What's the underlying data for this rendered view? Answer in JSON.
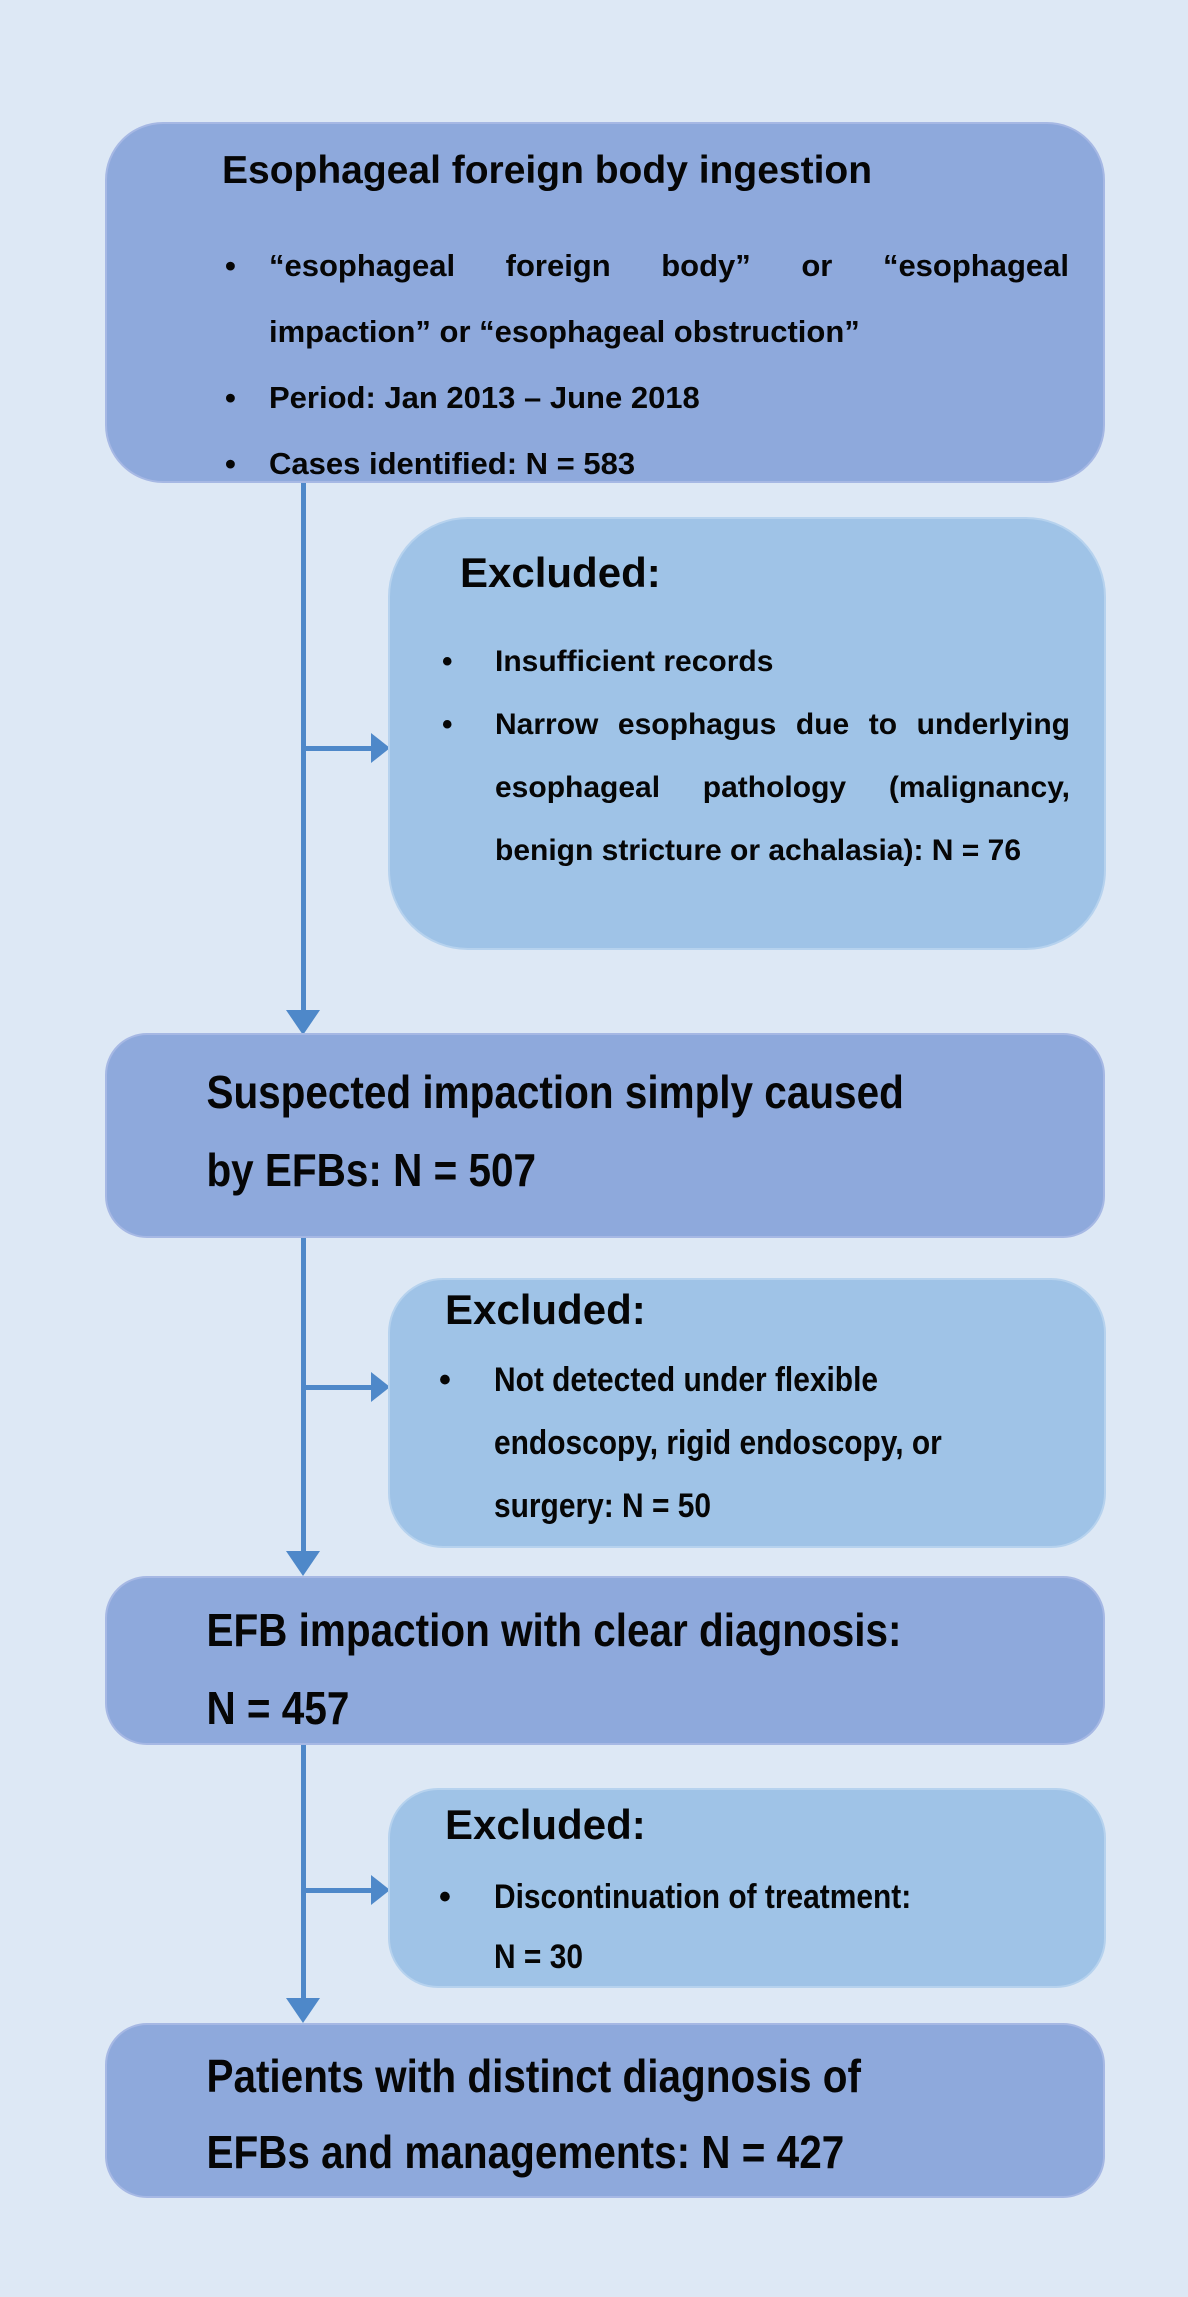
{
  "glyphs": {
    "bullet": "•"
  },
  "palette": {
    "background": "#dde8f5",
    "main_box_fill": "#8ea9dc",
    "excluded_box_fill": "#9fc3e7",
    "arrow": "#4e88c9",
    "text": "#060606"
  },
  "flow": {
    "box1": {
      "title": "Esophageal foreign body ingestion",
      "bullets": [
        "“esophageal foreign body” or “esophageal impaction” or “esophageal obstruction”",
        "Period: Jan 2013 – June 2018",
        "Cases identified: N = 583"
      ]
    },
    "excluded1": {
      "heading": "Excluded:",
      "bullets": [
        "Insufficient records",
        "Narrow esophagus due to underlying esophageal pathology (malignancy, benign stricture or achalasia): N = 76"
      ]
    },
    "box2": {
      "lines": [
        "Suspected impaction simply caused",
        "by EFBs: N = 507"
      ]
    },
    "excluded2": {
      "heading": "Excluded:",
      "bullets": [
        "Not detected under flexible\nendoscopy, rigid endoscopy, or\nsurgery: N = 50"
      ]
    },
    "box3": {
      "lines": [
        "EFB impaction with clear diagnosis:",
        "N = 457"
      ]
    },
    "excluded3": {
      "heading": "Excluded:",
      "bullets": [
        "Discontinuation of treatment:\nN = 30"
      ]
    },
    "box4": {
      "lines": [
        "Patients with distinct diagnosis of",
        "EFBs and managements: N = 427"
      ]
    }
  }
}
